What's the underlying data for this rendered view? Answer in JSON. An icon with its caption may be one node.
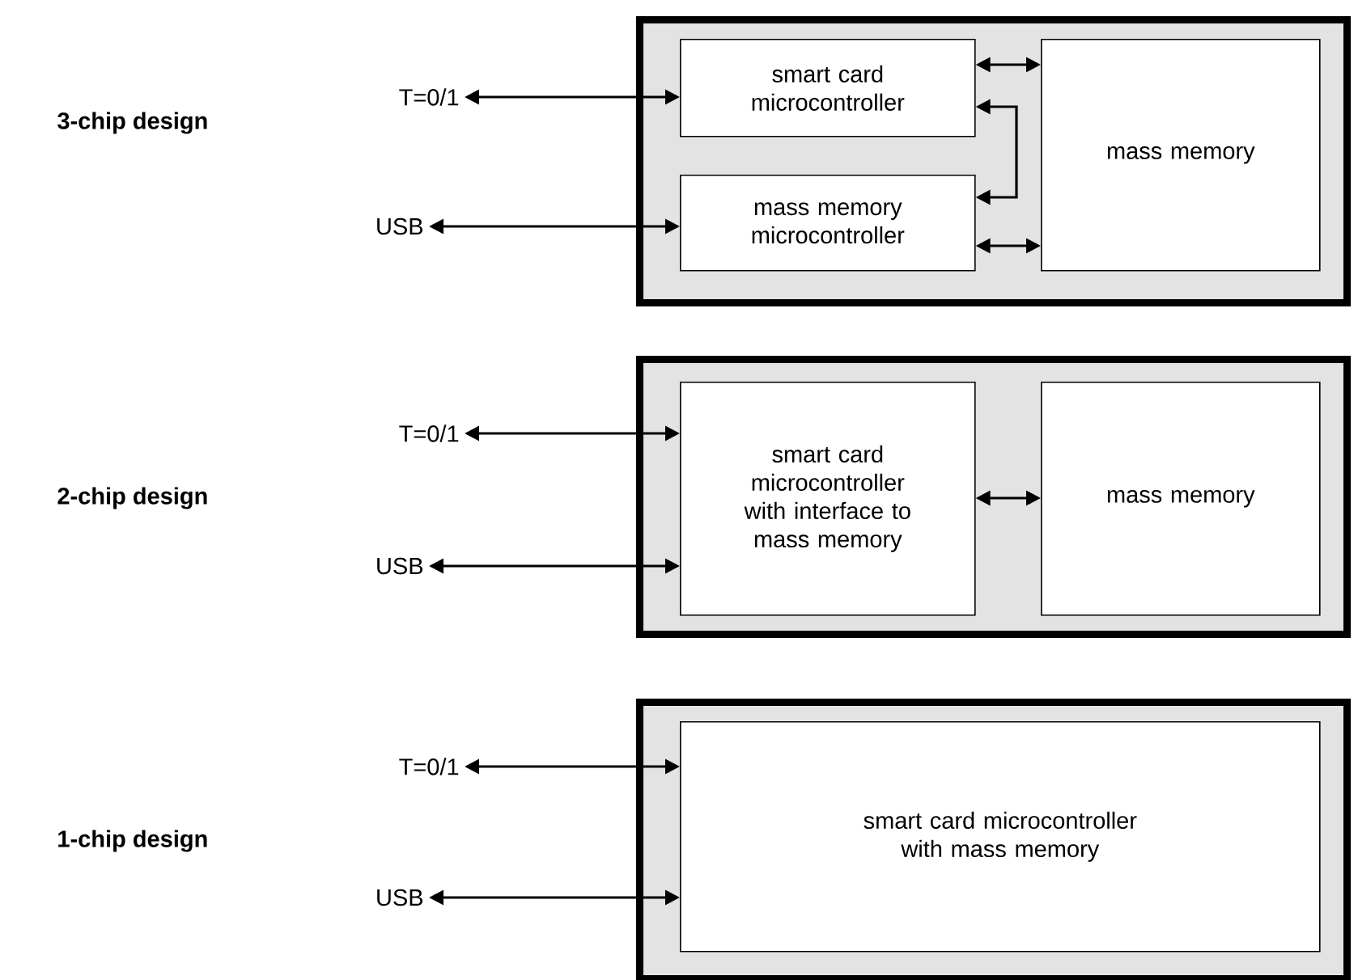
{
  "diagram": {
    "nodes": [
      {
        "text": [
          "T=0/1"
        ]
      },
      {
        "text": [
          "USB"
        ]
      },
      {
        "text": [],
        "shape": "box"
      },
      {
        "text": [
          "smart card microcontroller"
        ],
        "in": 2
      },
      {
        "text": [
          "mass memory microcontroller"
        ],
        "in": 2
      },
      {
        "text": [
          "mass memory"
        ],
        "in": 2
      },
      {
        "text": [
          "T=0/1"
        ]
      },
      {
        "text": [
          "USB"
        ]
      },
      {
        "text": [],
        "shape": "box"
      },
      {
        "text": [
          "smart card microcontroller with interface to mass memory"
        ],
        "in": 8
      },
      {
        "text": [
          "mass memory"
        ],
        "in": 8
      },
      {
        "text": [
          "T=0/1"
        ]
      },
      {
        "text": [
          "USB"
        ]
      },
      {
        "text": [],
        "shape": "box"
      },
      {
        "text": [
          "smart card microcontroller with mass memory"
        ],
        "in": 13
      }
    ],
    "edges": [
      {
        "from": 0,
        "to": 3,
        "arrow": "both"
      },
      {
        "from": 1,
        "to": 4,
        "arrow": "both"
      },
      {
        "from": 3,
        "to": 5,
        "arrow": "both"
      },
      {
        "from": 4,
        "to": 5,
        "arrow": "both"
      },
      {
        "from": 3,
        "to": 4,
        "arrow": "both"
      },
      {
        "from": 6,
        "to": 9,
        "arrow": "both"
      },
      {
        "from": 7,
        "to": 9,
        "arrow": "both"
      },
      {
        "from": 9,
        "to": 10,
        "arrow": "both"
      },
      {
        "from": 11,
        "to": 14,
        "arrow": "both"
      },
      {
        "from": 12,
        "to": 14,
        "arrow": "both"
      }
    ],
    "labels": [
      "3-chip design",
      "2-chip design",
      "1-chip design"
    ]
  }
}
